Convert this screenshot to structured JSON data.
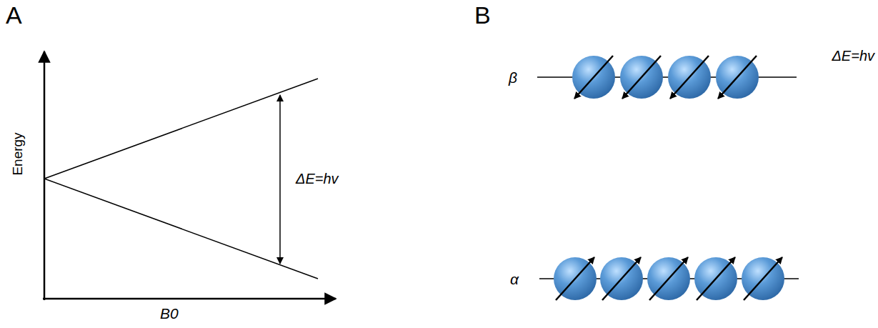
{
  "diagram": {
    "labels": [
      "A",
      "Energy",
      "B0",
      "ΔE=hv",
      "B",
      "β",
      "ΔE=hv",
      "α"
    ]
  }
}
